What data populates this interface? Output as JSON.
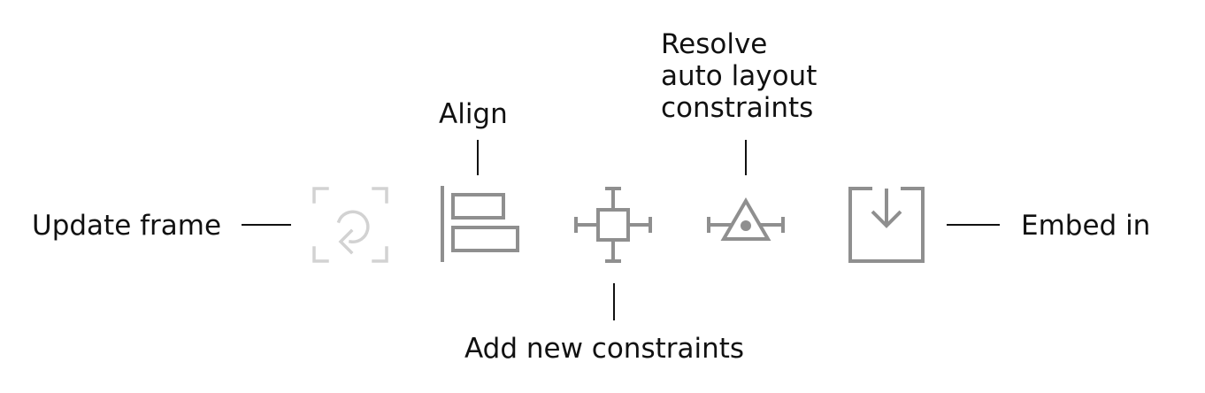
{
  "labels": {
    "update_frame": "Update frame",
    "align": "Align",
    "add_new_constraints": "Add new constraints",
    "resolve_line1": "Resolve",
    "resolve_line2": "auto layout",
    "resolve_line3": "constraints",
    "embed_in": "Embed in"
  },
  "icons": [
    {
      "name": "update-frame-icon",
      "state": "disabled"
    },
    {
      "name": "align-left-icon",
      "state": "enabled"
    },
    {
      "name": "add-constraints-icon",
      "state": "enabled"
    },
    {
      "name": "resolve-constraints-icon",
      "state": "enabled"
    },
    {
      "name": "embed-in-icon",
      "state": "enabled"
    }
  ],
  "colors": {
    "text": "#111111",
    "icon": "#8f8f8f",
    "icon_disabled": "#d2d2d2"
  }
}
